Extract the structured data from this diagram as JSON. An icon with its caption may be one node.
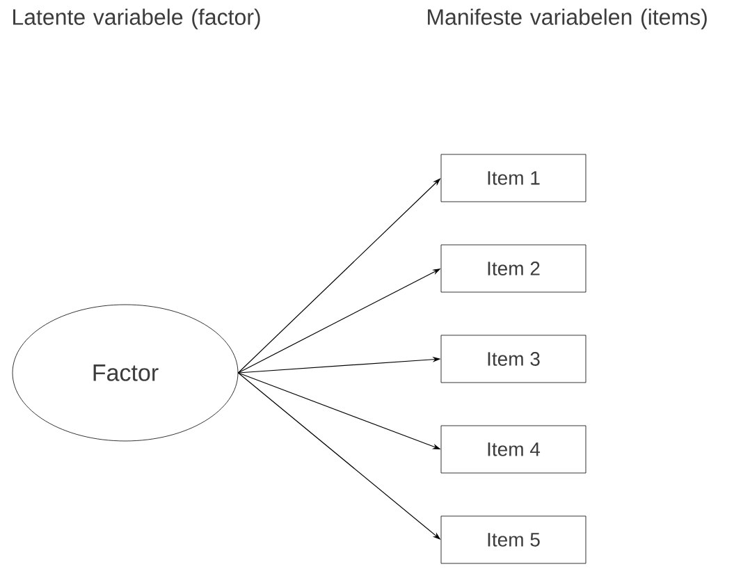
{
  "diagram": {
    "nodes": [
      {
        "text": [
          "Factor"
        ]
      },
      {
        "text": [
          "Item 1"
        ]
      },
      {
        "text": [
          "Item 2"
        ]
      },
      {
        "text": [
          "Item 3"
        ]
      },
      {
        "text": [
          "Item 4"
        ]
      },
      {
        "text": [
          "Item 5"
        ]
      }
    ],
    "edges": [
      {
        "from": 0,
        "to": 1,
        "arrow": "to"
      },
      {
        "from": 0,
        "to": 2,
        "arrow": "to"
      },
      {
        "from": 0,
        "to": 3,
        "arrow": "to"
      },
      {
        "from": 0,
        "to": 4,
        "arrow": "to"
      },
      {
        "from": 0,
        "to": 5,
        "arrow": "to"
      }
    ],
    "labels": [
      "Latente variabele (factor)",
      "Manifeste variabelen (items)"
    ]
  }
}
